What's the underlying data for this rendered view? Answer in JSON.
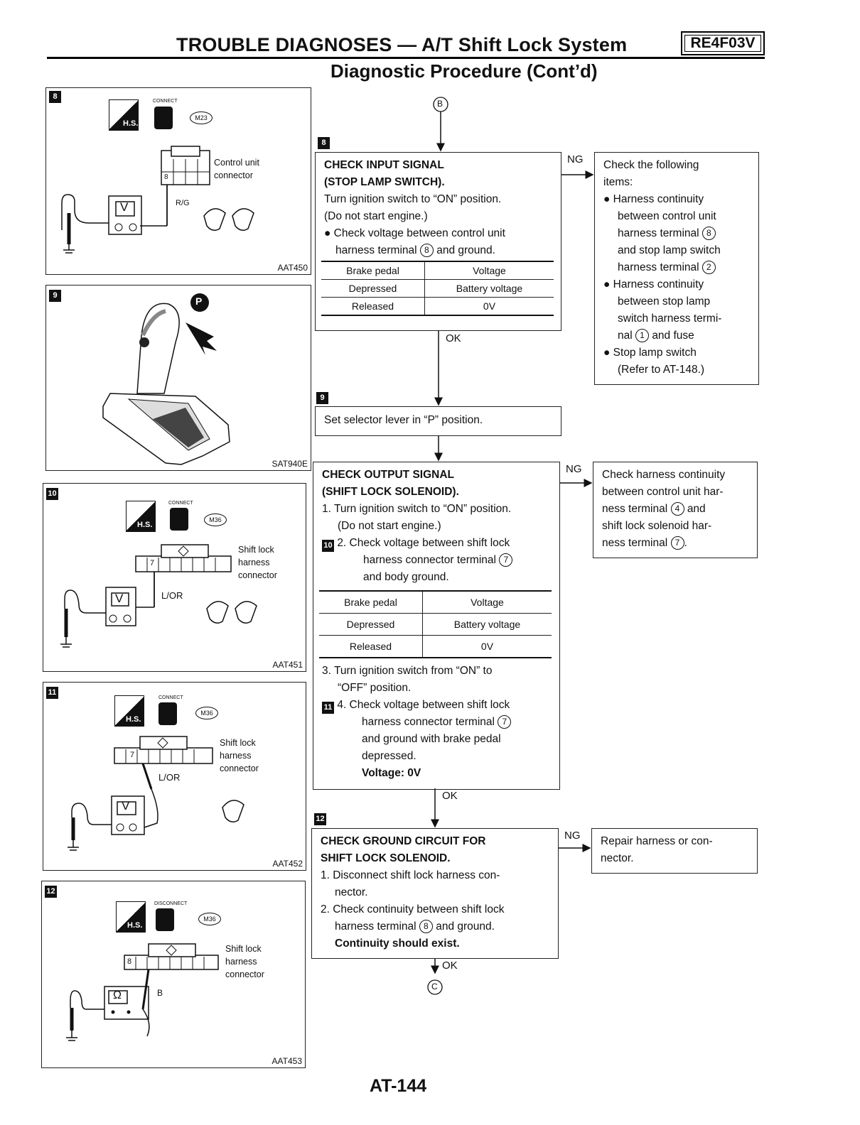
{
  "header": {
    "title": "TROUBLE DIAGNOSES — A/T Shift Lock System",
    "code": "RE4F03V",
    "subtitle": "Diagnostic Procedure (Cont’d)"
  },
  "connector_labels": {
    "top": "B",
    "bottom": "C"
  },
  "figures": {
    "f8": {
      "step": "8",
      "conn_type": "CONNECT",
      "conn_id": "M23",
      "hs": "H.S.",
      "label": [
        "Control unit",
        "connector"
      ],
      "pin": "8",
      "wire": "R/G",
      "meter": "V",
      "code": "AAT450"
    },
    "f9": {
      "step": "9",
      "p_marker": "P",
      "code": "SAT940E"
    },
    "f10": {
      "step": "10",
      "conn_type": "CONNECT",
      "conn_id": "M36",
      "hs": "H.S.",
      "label": [
        "Shift lock",
        "harness",
        "connector"
      ],
      "pin": "7",
      "wire": "L/OR",
      "meter": "V",
      "code": "AAT451"
    },
    "f11": {
      "step": "11",
      "conn_type": "CONNECT",
      "conn_id": "M36",
      "hs": "H.S.",
      "label": [
        "Shift lock",
        "harness",
        "connector"
      ],
      "pin": "7",
      "wire": "L/OR",
      "meter": "V",
      "code": "AAT452"
    },
    "f12": {
      "step": "12",
      "conn_type": "DISCONNECT",
      "conn_id": "M36",
      "hs": "H.S.",
      "label": [
        "Shift lock",
        "harness",
        "connector"
      ],
      "pin": "8",
      "wire": "B",
      "meter": "Ω",
      "code": "AAT453"
    }
  },
  "flow": {
    "ng": "NG",
    "ok": "OK",
    "step8": {
      "num": "8",
      "title1": "CHECK INPUT SIGNAL",
      "title2": "(STOP LAMP SWITCH).",
      "line1": "Turn ignition switch to “ON” position.",
      "line2": "(Do not start engine.)",
      "bullet_pre": "Check voltage between control unit",
      "bullet_post1": "harness terminal",
      "terminal": "8",
      "bullet_post2": "and ground.",
      "table": {
        "headers": [
          "Brake pedal",
          "Voltage"
        ],
        "rows": [
          [
            "Depressed",
            "Battery voltage"
          ],
          [
            "Released",
            "0V"
          ]
        ]
      },
      "ng_box": {
        "title": "Check the following",
        "title2": "items:",
        "b1_l1": "Harness continuity",
        "b1_l2": "between control unit",
        "b1_l3": "harness terminal",
        "b1_t1": "8",
        "b1_l4": "and stop lamp switch",
        "b1_l5": "harness terminal",
        "b1_t2": "2",
        "b2_l1": "Harness continuity",
        "b2_l2": "between stop lamp",
        "b2_l3": "switch harness termi-",
        "b2_l4": "nal",
        "b2_t1": "1",
        "b2_l5": "and fuse",
        "b3_l1": "Stop lamp switch",
        "b3_l2": "(Refer to AT-148.)"
      }
    },
    "step9": {
      "num": "9",
      "text": "Set selector lever in “P” position."
    },
    "step10": {
      "num": "10",
      "title1": "CHECK OUTPUT SIGNAL",
      "title2": "(SHIFT LOCK SOLENOID).",
      "s1a": "1. Turn ignition switch to “ON” position.",
      "s1b": "(Do not start engine.)",
      "s2a": "2.  Check voltage between shift lock",
      "s2b": "harness connector terminal",
      "s2t": "7",
      "s2c": "and body ground.",
      "table": {
        "headers": [
          "Brake pedal",
          "Voltage"
        ],
        "rows": [
          [
            "Depressed",
            "Battery voltage"
          ],
          [
            "Released",
            "0V"
          ]
        ]
      },
      "s3a": "3. Turn ignition switch from “ON” to",
      "s3b": "“OFF” position.",
      "s4_num": "11",
      "s4a": "4.  Check voltage between shift lock",
      "s4b": "harness connector terminal",
      "s4t": "7",
      "s4c": "and ground with brake pedal",
      "s4d": "depressed.",
      "s4e": "Voltage: 0V",
      "ng_box": {
        "l1": "Check harness continuity",
        "l2": "between control unit har-",
        "l3a": "ness terminal",
        "t1": "4",
        "l3b": "and",
        "l4": "shift lock solenoid har-",
        "l5a": "ness terminal",
        "t2": "7",
        "l5b": "."
      }
    },
    "step12": {
      "num": "12",
      "title1": "CHECK GROUND CIRCUIT FOR",
      "title2": "SHIFT LOCK SOLENOID.",
      "s1a": "1. Disconnect shift lock harness con-",
      "s1b": "nector.",
      "s2a": "2. Check continuity between shift lock",
      "s2b": "harness terminal",
      "s2t": "8",
      "s2c": "and ground.",
      "s2d": "Continuity should exist.",
      "ng_box": {
        "l1": "Repair harness or con-",
        "l2": "nector."
      }
    }
  },
  "footer": {
    "page": "AT-144"
  }
}
